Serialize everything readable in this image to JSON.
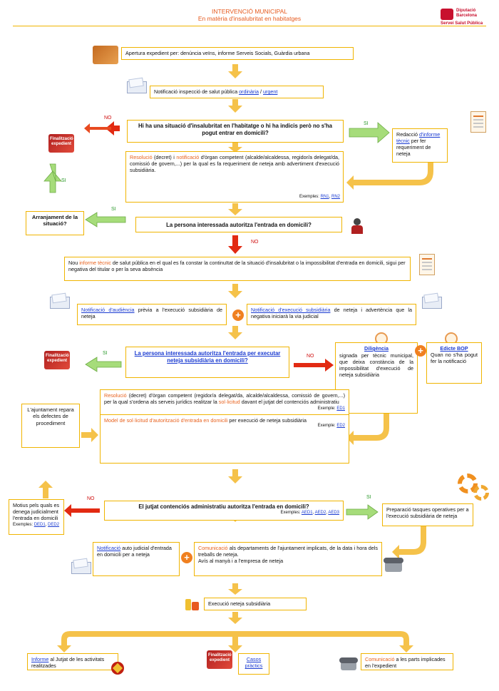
{
  "header": {
    "title": "INTERVENCIÓ MUNICIPAL",
    "subtitle": "En matèria d'insalubritat en habitatges",
    "logo_line1": "Diputació",
    "logo_line2": "Barcelona",
    "logo_sub": "Servei Salut Pública"
  },
  "labels": {
    "no": "NO",
    "si": "SI"
  },
  "finalitzacio": "Finalització expedient",
  "step1": "Apertura expedient per: denúncia veïns, informe Serveis Socials, Guàrdia urbana",
  "step2": {
    "prefix": "Notificació inspecció de salut pública ",
    "link1": "ordinària",
    "sep": " / ",
    "link2": "urgent"
  },
  "q1": "Hi ha una situació d'insalubritat en l'habitatge o hi ha indicis però no s'ha pogut entrar en domicili?",
  "redaccio": {
    "prefix": "Redacció ",
    "link": "d'informe tècnic",
    "suffix": " per fer requeriment de neteja"
  },
  "resolucio1": {
    "r": "Resolució",
    "mid1": " (decret) i ",
    "n": "notificació",
    "rest": " d'òrgan competent (alcalde/alcaldessa, regidor/a delegat/da, comissió de govern,...) per la qual es fa requeriment de neteja amb advertiment d'execució subsidiària.",
    "ex_label": "Exemples: ",
    "ex1": "RN1",
    "ex_sep": ", ",
    "ex2": "RN2"
  },
  "arranjament": "Arranjament de la situació?",
  "q2": "La persona interessada autoritza l'entrada en domicili?",
  "nou_informe": {
    "prefix": "Nou ",
    "link": "informe tècnic",
    "rest": " de salut pública en el qual es fa constar la continuïtat de la situació d'insalubritat o la impossibilitat d'entrada en domicili, sigui per negativa del titular o per la seva absència"
  },
  "audiencia": {
    "link": "Notificació d'audiència",
    "rest": " prèvia a l'execució subsidiària de neteja"
  },
  "exec_sub": {
    "link": "Notificació d'execució subsidiària",
    "rest": " de neteja i advertència que la negativa iniciarà la via judicial"
  },
  "q3": "La persona interessada autoritza l'entrada per executar neteja subsidiària en domicili?",
  "diligencia": {
    "title": "Diligència",
    "text": "signada per tècnic municipal, que deixa constància de la impossibilitat d'execució de neteja subsidiària"
  },
  "edicte": {
    "title": "Edicte BOP",
    "text": "Quan no s'ha pogut fer la notificació"
  },
  "ajuntament": "L'ajuntament repara els defectes de procediment",
  "resolucio2": {
    "r": "Resolució",
    "rest": " (decret) d'òrgan competent (regidor/a delegat/da, alcalde/alcaldessa, comissió de govern,...) per la qual s'ordena als serveis jurídics realitzar la ",
    "s": "sol·licitud",
    "rest2": " davant el jutjat del contenciós administratiu",
    "ex_label": "Exemple: ",
    "ex": "ED1"
  },
  "model": {
    "m": "Model de sol·licitud d'autorització d'entrada en domicili",
    "rest": " per execució de neteja subsidiària",
    "ex_label": "Exemple: ",
    "ex": "ED2"
  },
  "motius": {
    "text": "Motius pels quals es denega judicialment l'entrada en domicili",
    "ex_label": "Exemples: ",
    "ex1": "DED1",
    "ex_sep": ", ",
    "ex2": "DED2"
  },
  "q4": {
    "text": "El jutjat contenciós administratiu autoritza l'entrada en domicili?",
    "ex_label": "Exemples: ",
    "ex1": "AED1",
    "ex2": "AED2",
    "ex3": "AED3",
    "sep": ", "
  },
  "preparacio": "Preparació tasques operatives per a l'execució subsidiària de neteja",
  "notif_auto": {
    "link": "Notificació",
    "rest": " auto judicial d'entrada en domicili per a neteja"
  },
  "comunicacio1": {
    "c": "Comunicació",
    "rest": " als departaments de l'ajuntament implicats, de la data i hora dels treballs de neteja.",
    "line2": "Avís al manyà i a l'empresa de neteja"
  },
  "execucio": "Execució neteja subsidiària",
  "informe_final": {
    "link": "Informe",
    "rest": " al Jutjat de les activitats realitzades"
  },
  "casos": "Casos pràctics",
  "comunicacio2": {
    "c": "Comunicació",
    "rest": " a les parts implicades en l'expedient"
  },
  "colors": {
    "accent": "#f0b400",
    "title": "#e65a1e",
    "no_arrow": "#e02010",
    "si_arrow": "#8fd06a",
    "link": "#1a3bd1"
  }
}
